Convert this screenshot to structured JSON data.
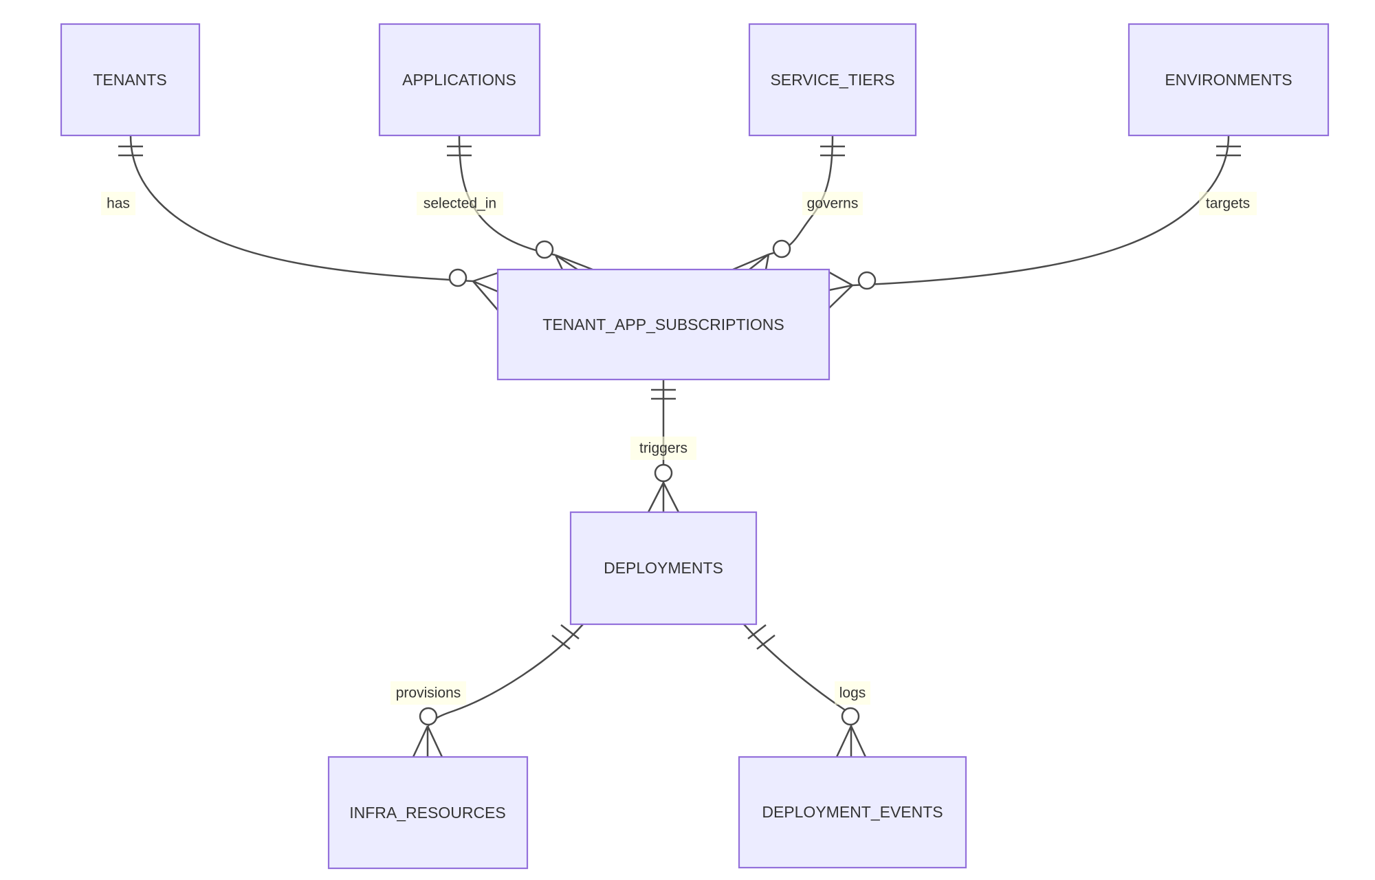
{
  "diagram": {
    "kind": "entity-relationship-diagram",
    "colors": {
      "background": "#ffffff",
      "entity_fill": "#ECECFF",
      "entity_border": "#9370DB",
      "line": "#4a4a4a",
      "text": "#333333",
      "edge_label_bg": "#ffffde"
    },
    "notation": {
      "exactly_one": "||",
      "zero_or_many": "o{"
    },
    "entities": [
      {
        "id": "tenants",
        "label": "TENANTS"
      },
      {
        "id": "applications",
        "label": "APPLICATIONS"
      },
      {
        "id": "service_tiers",
        "label": "SERVICE_TIERS"
      },
      {
        "id": "environments",
        "label": "ENVIRONMENTS"
      },
      {
        "id": "tenant_app_subscriptions",
        "label": "TENANT_APP_SUBSCRIPTIONS"
      },
      {
        "id": "deployments",
        "label": "DEPLOYMENTS"
      },
      {
        "id": "infra_resources",
        "label": "INFRA_RESOURCES"
      },
      {
        "id": "deployment_events",
        "label": "DEPLOYMENT_EVENTS"
      }
    ],
    "relationships": [
      {
        "from": "TENANTS",
        "to": "TENANT_APP_SUBSCRIPTIONS",
        "label": "has",
        "from_cardinality": "exactly-one",
        "to_cardinality": "zero-or-many"
      },
      {
        "from": "APPLICATIONS",
        "to": "TENANT_APP_SUBSCRIPTIONS",
        "label": "selected_in",
        "from_cardinality": "exactly-one",
        "to_cardinality": "zero-or-many"
      },
      {
        "from": "SERVICE_TIERS",
        "to": "TENANT_APP_SUBSCRIPTIONS",
        "label": "governs",
        "from_cardinality": "exactly-one",
        "to_cardinality": "zero-or-many"
      },
      {
        "from": "ENVIRONMENTS",
        "to": "TENANT_APP_SUBSCRIPTIONS",
        "label": "targets",
        "from_cardinality": "exactly-one",
        "to_cardinality": "zero-or-many"
      },
      {
        "from": "TENANT_APP_SUBSCRIPTIONS",
        "to": "DEPLOYMENTS",
        "label": "triggers",
        "from_cardinality": "exactly-one",
        "to_cardinality": "zero-or-many"
      },
      {
        "from": "DEPLOYMENTS",
        "to": "INFRA_RESOURCES",
        "label": "provisions",
        "from_cardinality": "exactly-one",
        "to_cardinality": "zero-or-many"
      },
      {
        "from": "DEPLOYMENTS",
        "to": "DEPLOYMENT_EVENTS",
        "label": "logs",
        "from_cardinality": "exactly-one",
        "to_cardinality": "zero-or-many"
      }
    ]
  }
}
